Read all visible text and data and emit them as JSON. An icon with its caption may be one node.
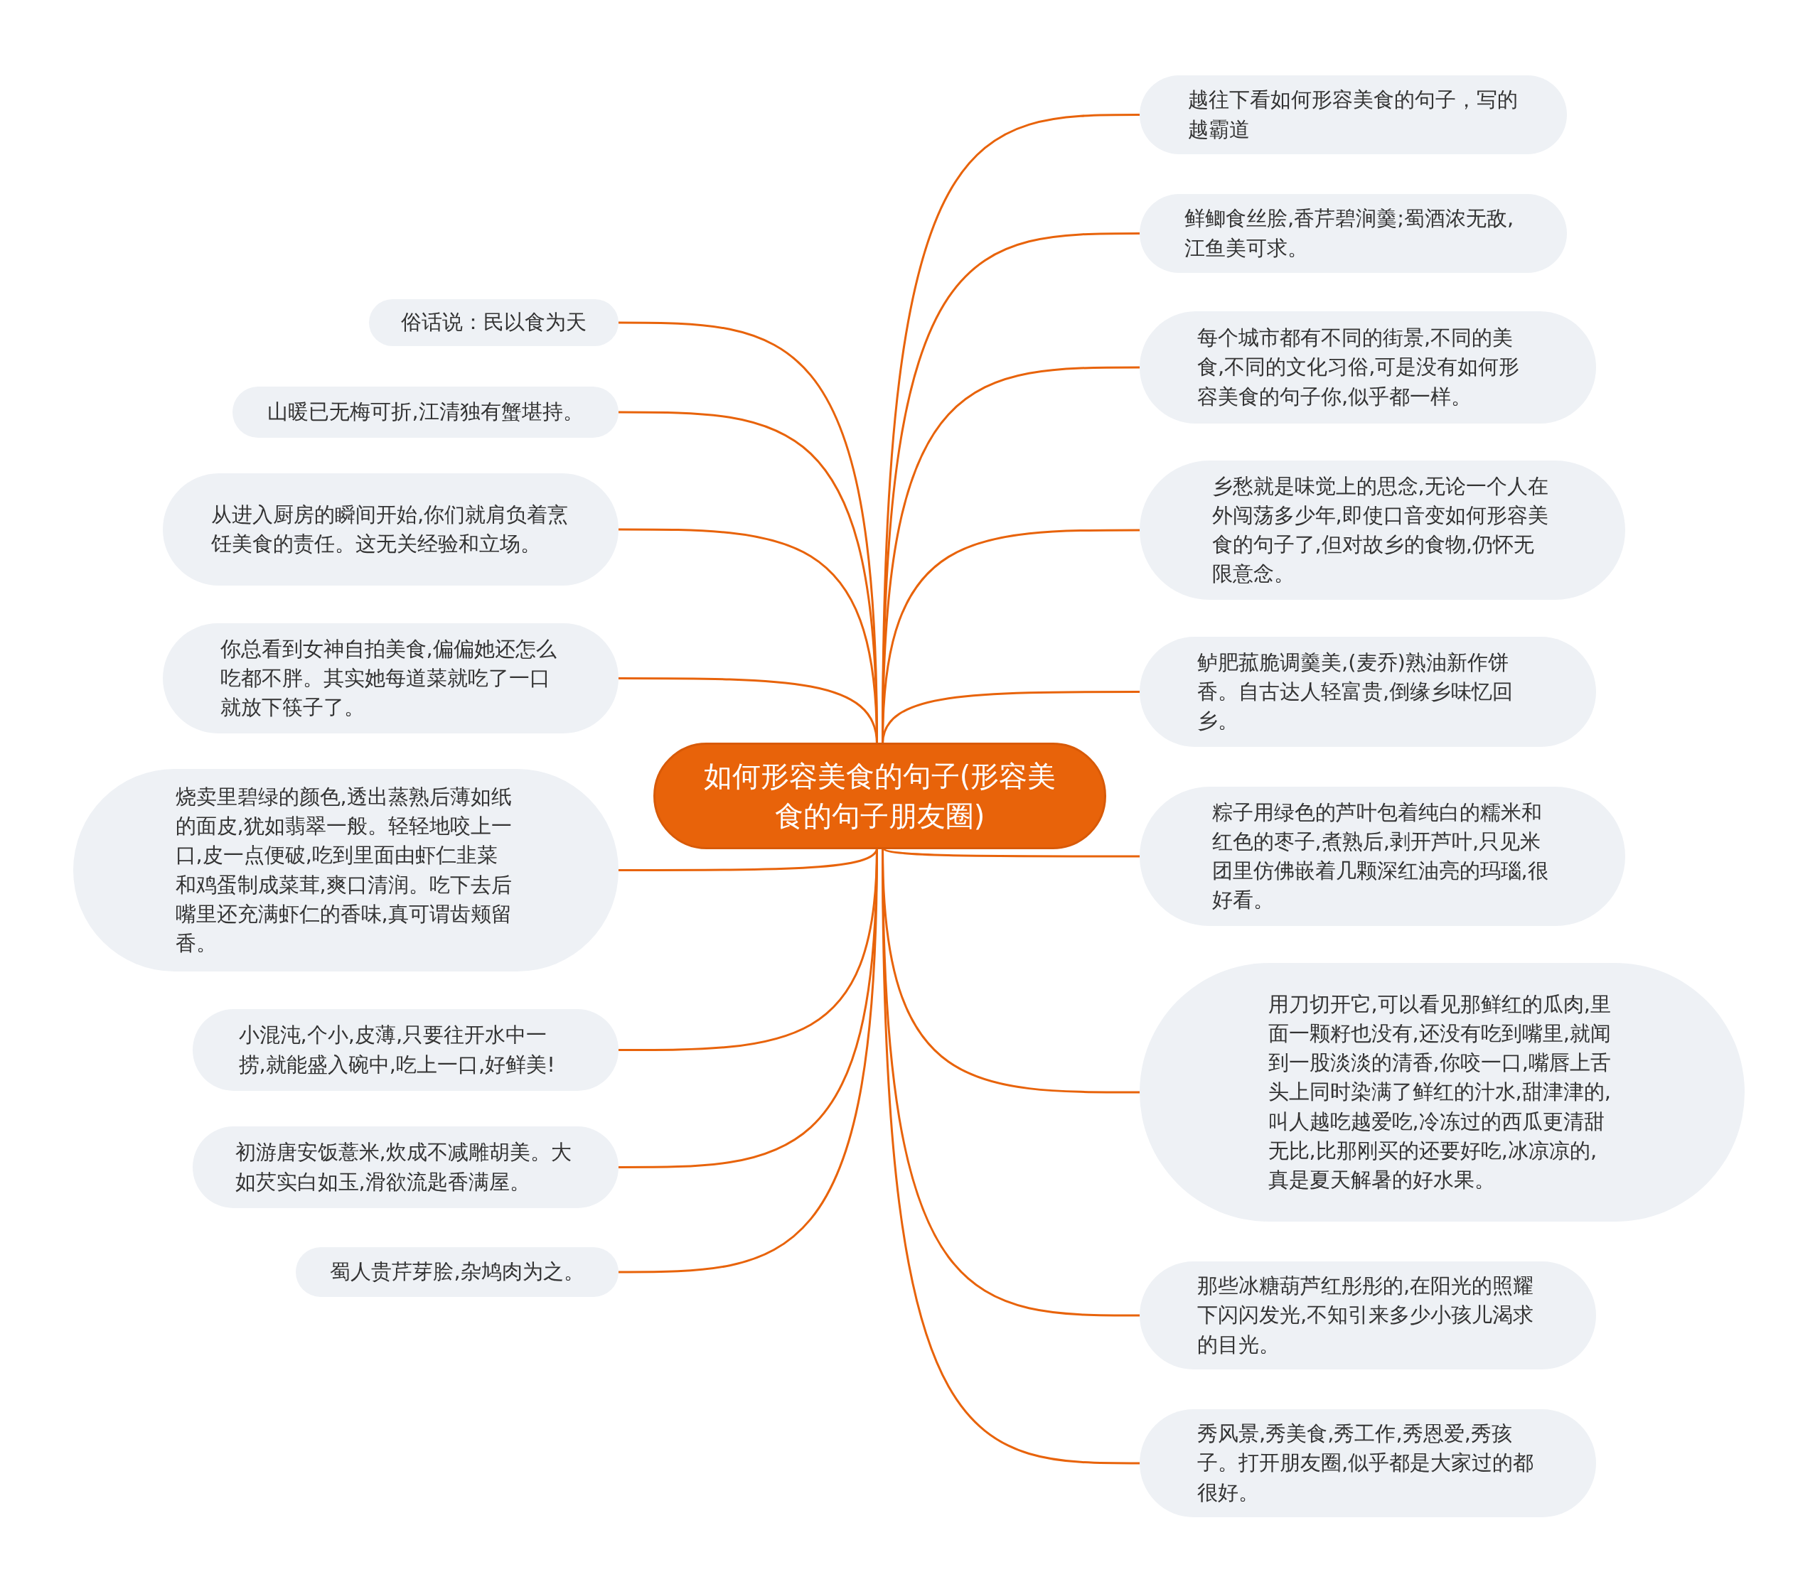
{
  "diagram": {
    "nodes": [
      {
        "text": [
          "如何形容美食的句子(形容美食的句子朋友圈)"
        ]
      },
      {
        "text": [
          "俗话说：民以食为天"
        ]
      },
      {
        "text": [
          "山暖已无梅可折,江清独有蟹堪持。"
        ]
      },
      {
        "text": [
          "从进入厨房的瞬间开始,你们就肩负着烹饪美食的责任。这无关经验和立场。"
        ]
      },
      {
        "text": [
          "你总看到女神自拍美食,偏偏她还怎么吃都不胖。其实她每道菜就吃了一口就放下筷子了。"
        ]
      },
      {
        "text": [
          "烧卖里碧绿的颜色,透出蒸熟后薄如纸的面皮,犹如翡翠一般。轻轻地咬上一口,皮一点便破,吃到里面由虾仁韭菜和鸡蛋制成菜茸,爽口清润。吃下去后嘴里还充满虾仁的香味,真可谓齿颊留香。"
        ]
      },
      {
        "text": [
          "小混沌,个小,皮薄,只要往开水中一捞,就能盛入碗中,吃上一口,好鲜美!"
        ]
      },
      {
        "text": [
          "初游唐安饭薏米,炊成不减雕胡美。大如芡实白如玉,滑欲流匙香满屋。"
        ]
      },
      {
        "text": [
          "蜀人贵芹芽脍,杂鸠肉为之。"
        ]
      },
      {
        "text": [
          "越往下看如何形容美食的句子，写的越霸道"
        ]
      },
      {
        "text": [
          "鲜鲫食丝脍,香芹碧涧羹;蜀酒浓无敌,江鱼美可求。"
        ]
      },
      {
        "text": [
          "每个城市都有不同的街景,不同的美食,不同的文化习俗,可是没有如何形容美食的句子你,似乎都一样。"
        ]
      },
      {
        "text": [
          "乡愁就是味觉上的思念,无论一个人在外闯荡多少年,即使口音变如何形容美食的句子了,但对故乡的食物,仍怀无限意念。"
        ]
      },
      {
        "text": [
          "鲈肥菰脆调羹美,(麦乔)熟油新作饼香。自古达人轻富贵,倒缘乡味忆回乡。"
        ]
      },
      {
        "text": [
          "粽子用绿色的芦叶包着纯白的糯米和红色的枣子,煮熟后,剥开芦叶,只见米团里仿佛嵌着几颗深红油亮的玛瑙,很好看。"
        ]
      },
      {
        "text": [
          "用刀切开它,可以看见那鲜红的瓜肉,里面一颗籽也没有,还没有吃到嘴里,就闻到一股淡淡的清香,你咬一口,嘴唇上舌头上同时染满了鲜红的汁水,甜津津的,叫人越吃越爱吃,冷冻过的西瓜更清甜无比,比那刚买的还要好吃,冰凉凉的,真是夏天解暑的好水果。"
        ]
      },
      {
        "text": [
          "那些冰糖葫芦红彤彤的,在阳光的照耀下闪闪发光,不知引来多少小孩儿渴求的目光。"
        ]
      },
      {
        "text": [
          "秀风景,秀美食,秀工作,秀恩爱,秀孩子。打开朋友圈,似乎都是大家过的都很好。"
        ]
      }
    ],
    "edges": [
      {
        "from": 0,
        "to": 1,
        "arrow": "none"
      },
      {
        "from": 0,
        "to": 2,
        "arrow": "none"
      },
      {
        "from": 0,
        "to": 3,
        "arrow": "none"
      },
      {
        "from": 0,
        "to": 4,
        "arrow": "none"
      },
      {
        "from": 0,
        "to": 5,
        "arrow": "none"
      },
      {
        "from": 0,
        "to": 6,
        "arrow": "none"
      },
      {
        "from": 0,
        "to": 7,
        "arrow": "none"
      },
      {
        "from": 0,
        "to": 8,
        "arrow": "none"
      },
      {
        "from": 0,
        "to": 9,
        "arrow": "none"
      },
      {
        "from": 0,
        "to": 10,
        "arrow": "none"
      },
      {
        "from": 0,
        "to": 11,
        "arrow": "none"
      },
      {
        "from": 0,
        "to": 12,
        "arrow": "none"
      },
      {
        "from": 0,
        "to": 13,
        "arrow": "none"
      },
      {
        "from": 0,
        "to": 14,
        "arrow": "none"
      },
      {
        "from": 0,
        "to": 15,
        "arrow": "none"
      },
      {
        "from": 0,
        "to": 16,
        "arrow": "none"
      },
      {
        "from": 0,
        "to": 17,
        "arrow": "none"
      }
    ]
  }
}
